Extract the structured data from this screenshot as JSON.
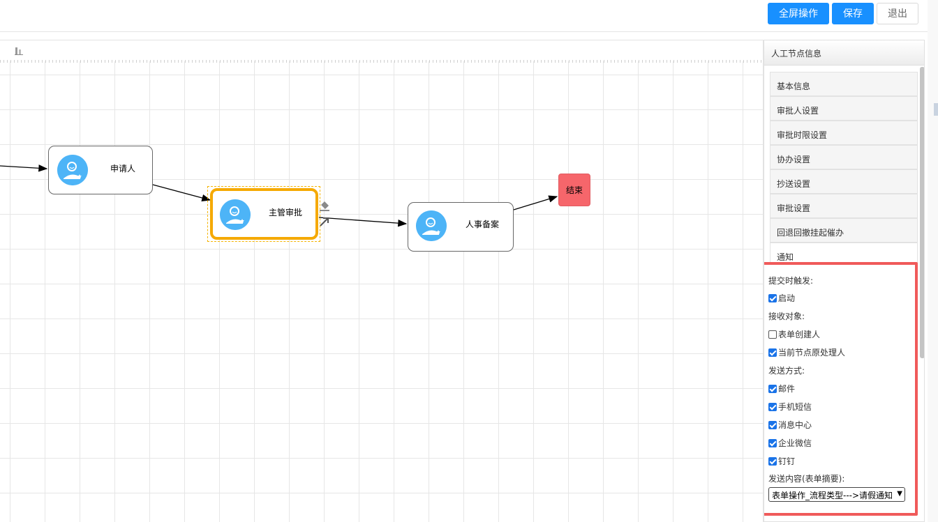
{
  "toolbar": {
    "fullscreen_label": "全屏操作",
    "save_label": "保存",
    "exit_label": "退出"
  },
  "diagram": {
    "nodes": {
      "applicant": "申请人",
      "manager": "主管审批",
      "hr": "人事备案",
      "end": "结束"
    }
  },
  "panel": {
    "title": "人工节点信息",
    "sections": [
      "基本信息",
      "审批人设置",
      "审批时限设置",
      "协办设置",
      "抄送设置",
      "审批设置",
      "回退回撤挂起催办",
      "通知"
    ],
    "notify": {
      "trigger_label": "提交时触发:",
      "trigger_options": [
        {
          "label": "启动",
          "checked": true
        }
      ],
      "receivers_label": "接收对象:",
      "receivers": [
        {
          "label": "表单创建人",
          "checked": false
        },
        {
          "label": "当前节点原处理人",
          "checked": true
        }
      ],
      "methods_label": "发送方式:",
      "methods": [
        {
          "label": "邮件",
          "checked": true
        },
        {
          "label": "手机短信",
          "checked": true
        },
        {
          "label": "消息中心",
          "checked": true
        },
        {
          "label": "企业微信",
          "checked": true
        },
        {
          "label": "钉钉",
          "checked": true
        }
      ],
      "content_label": "发送内容(表单摘要):",
      "content_value": "表单操作_流程类型--->请假通知"
    }
  },
  "colors": {
    "primary": "#1890ff",
    "selected_node": "#f5a900",
    "end_node": "#f6666b",
    "avatar": "#4db4f7",
    "highlight_box": "#f05a5a"
  }
}
